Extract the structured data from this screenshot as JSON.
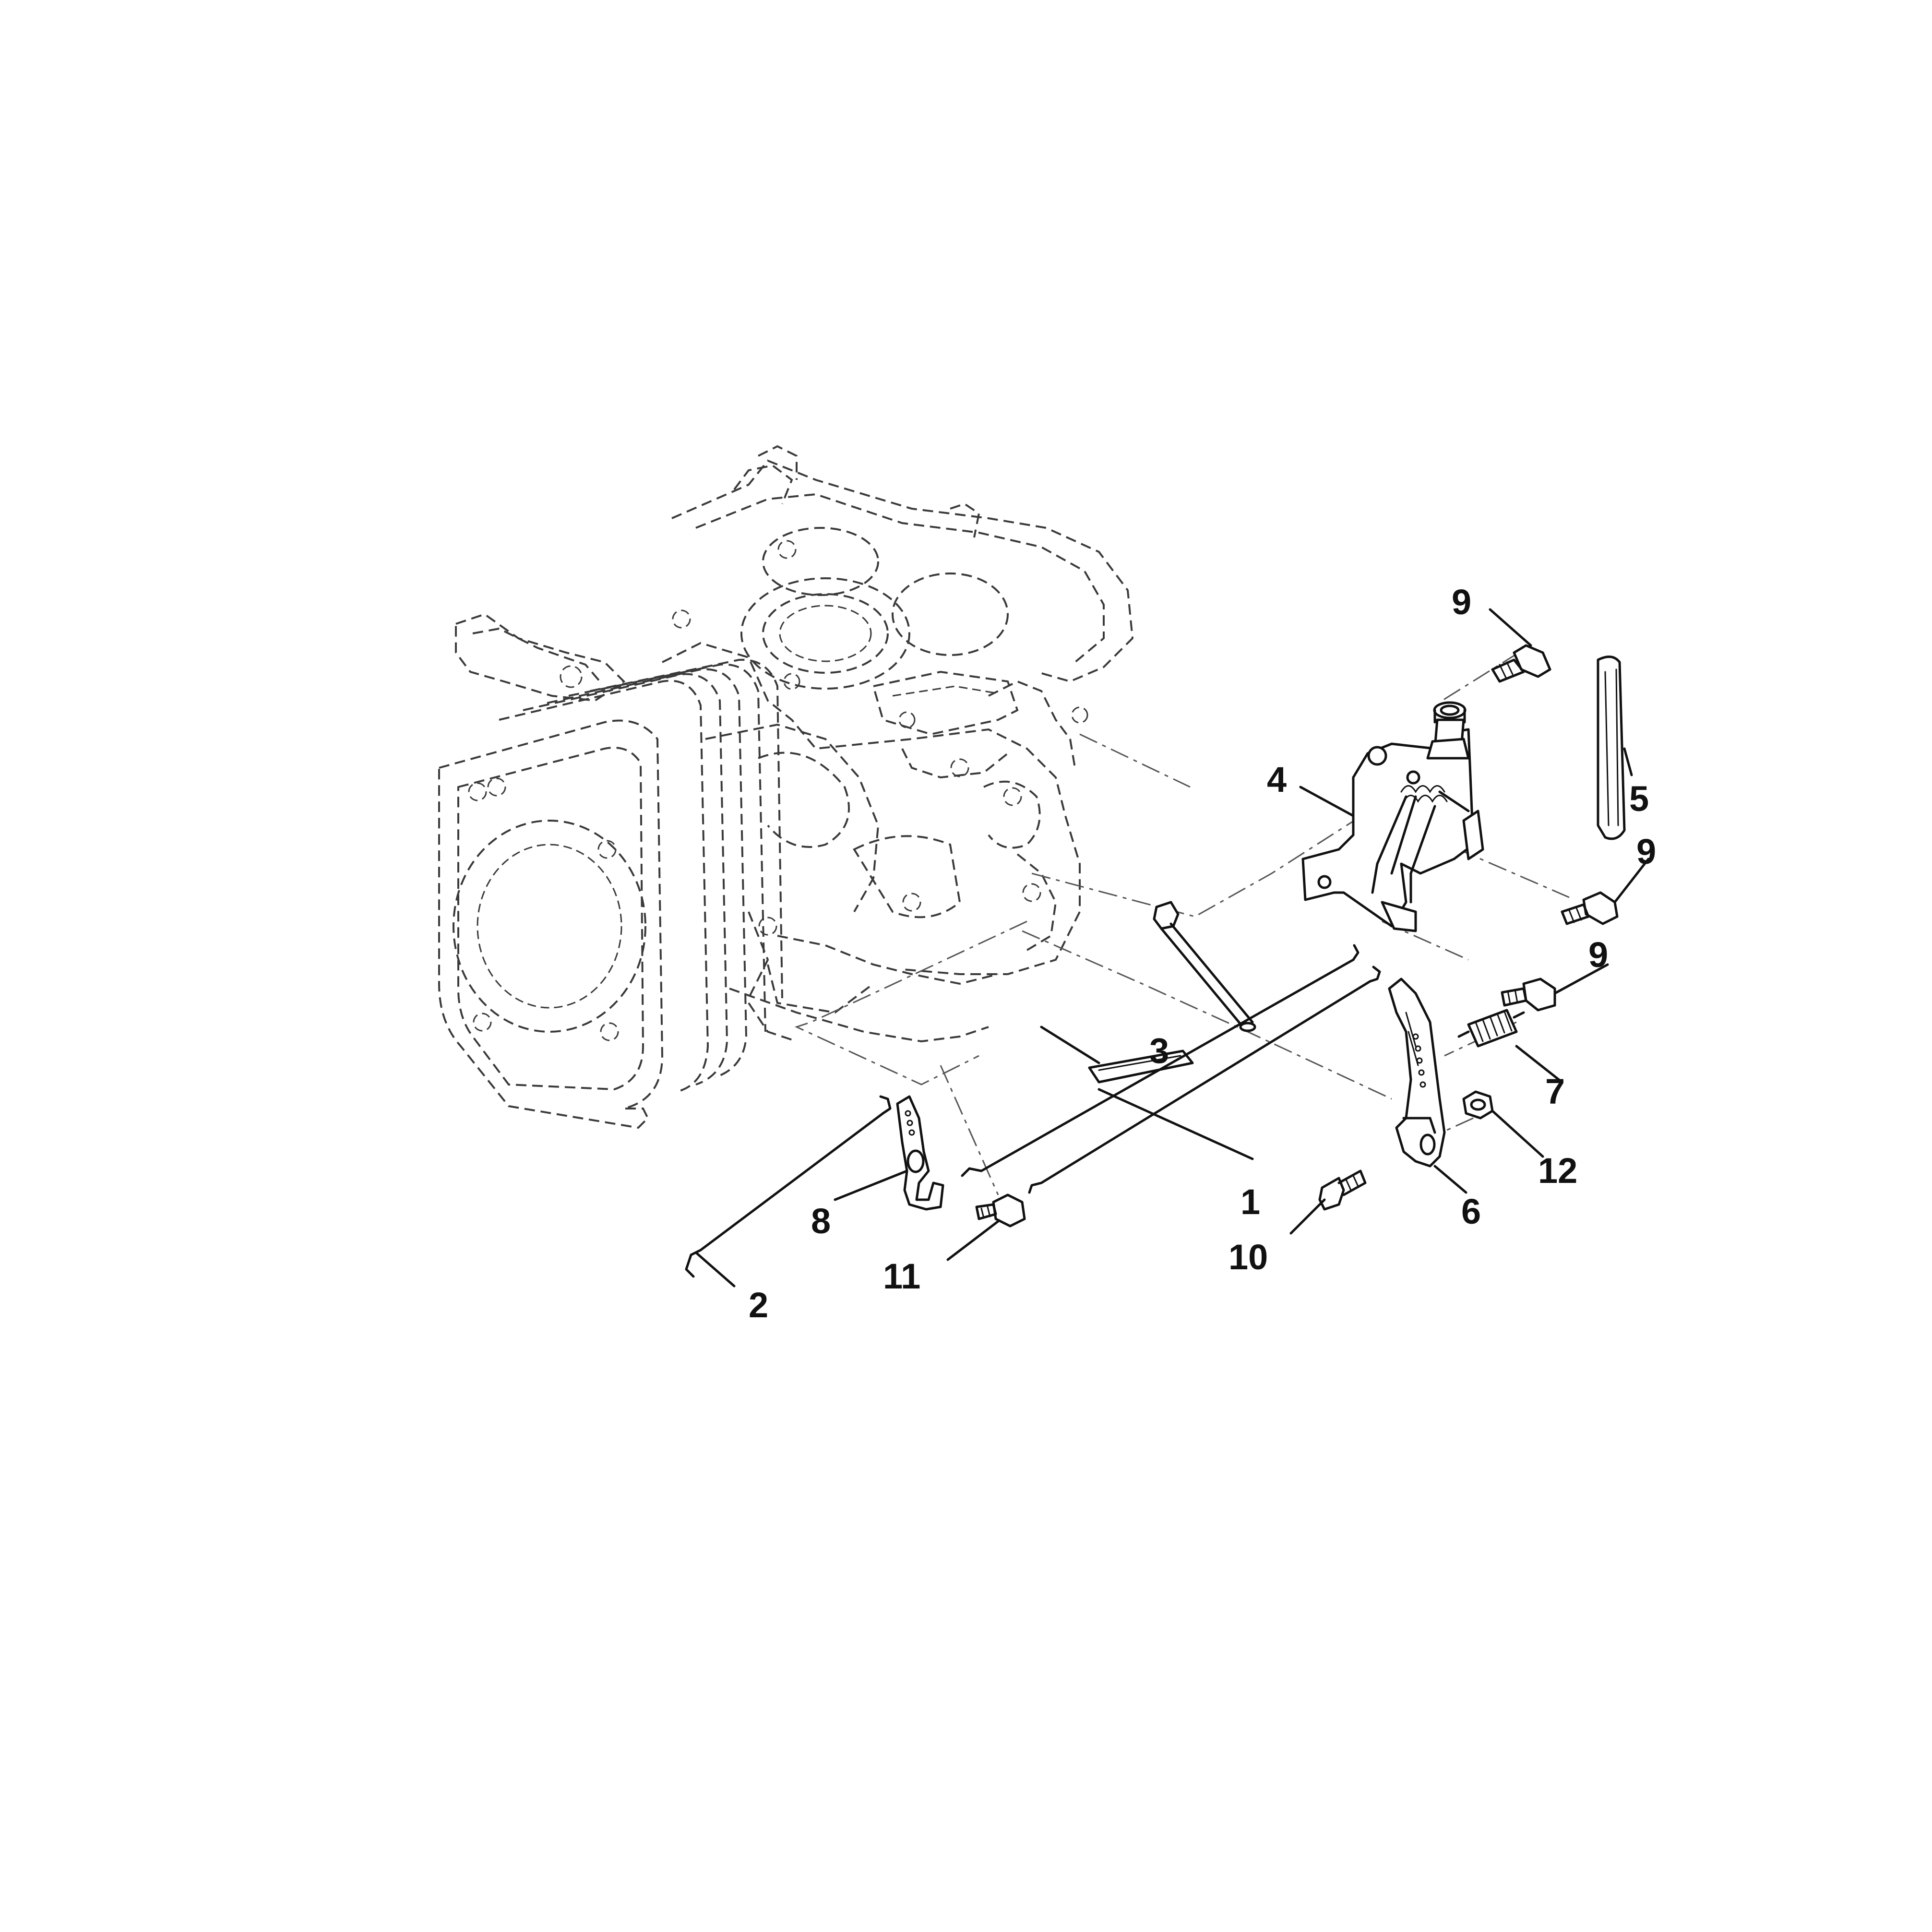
{
  "diagram": {
    "type": "exploded-parts-diagram",
    "line_color": "#111111",
    "background": "#ffffff",
    "callouts": [
      {
        "id": "c1",
        "label": "1"
      },
      {
        "id": "c2",
        "label": "2"
      },
      {
        "id": "c3",
        "label": "3"
      },
      {
        "id": "c4",
        "label": "4"
      },
      {
        "id": "c5",
        "label": "5"
      },
      {
        "id": "c6",
        "label": "6"
      },
      {
        "id": "c7",
        "label": "7"
      },
      {
        "id": "c8",
        "label": "8"
      },
      {
        "id": "c9a",
        "label": "9"
      },
      {
        "id": "c9b",
        "label": "9"
      },
      {
        "id": "c9c",
        "label": "9"
      },
      {
        "id": "c10",
        "label": "10"
      },
      {
        "id": "c11",
        "label": "11"
      },
      {
        "id": "c12",
        "label": "12"
      }
    ]
  }
}
